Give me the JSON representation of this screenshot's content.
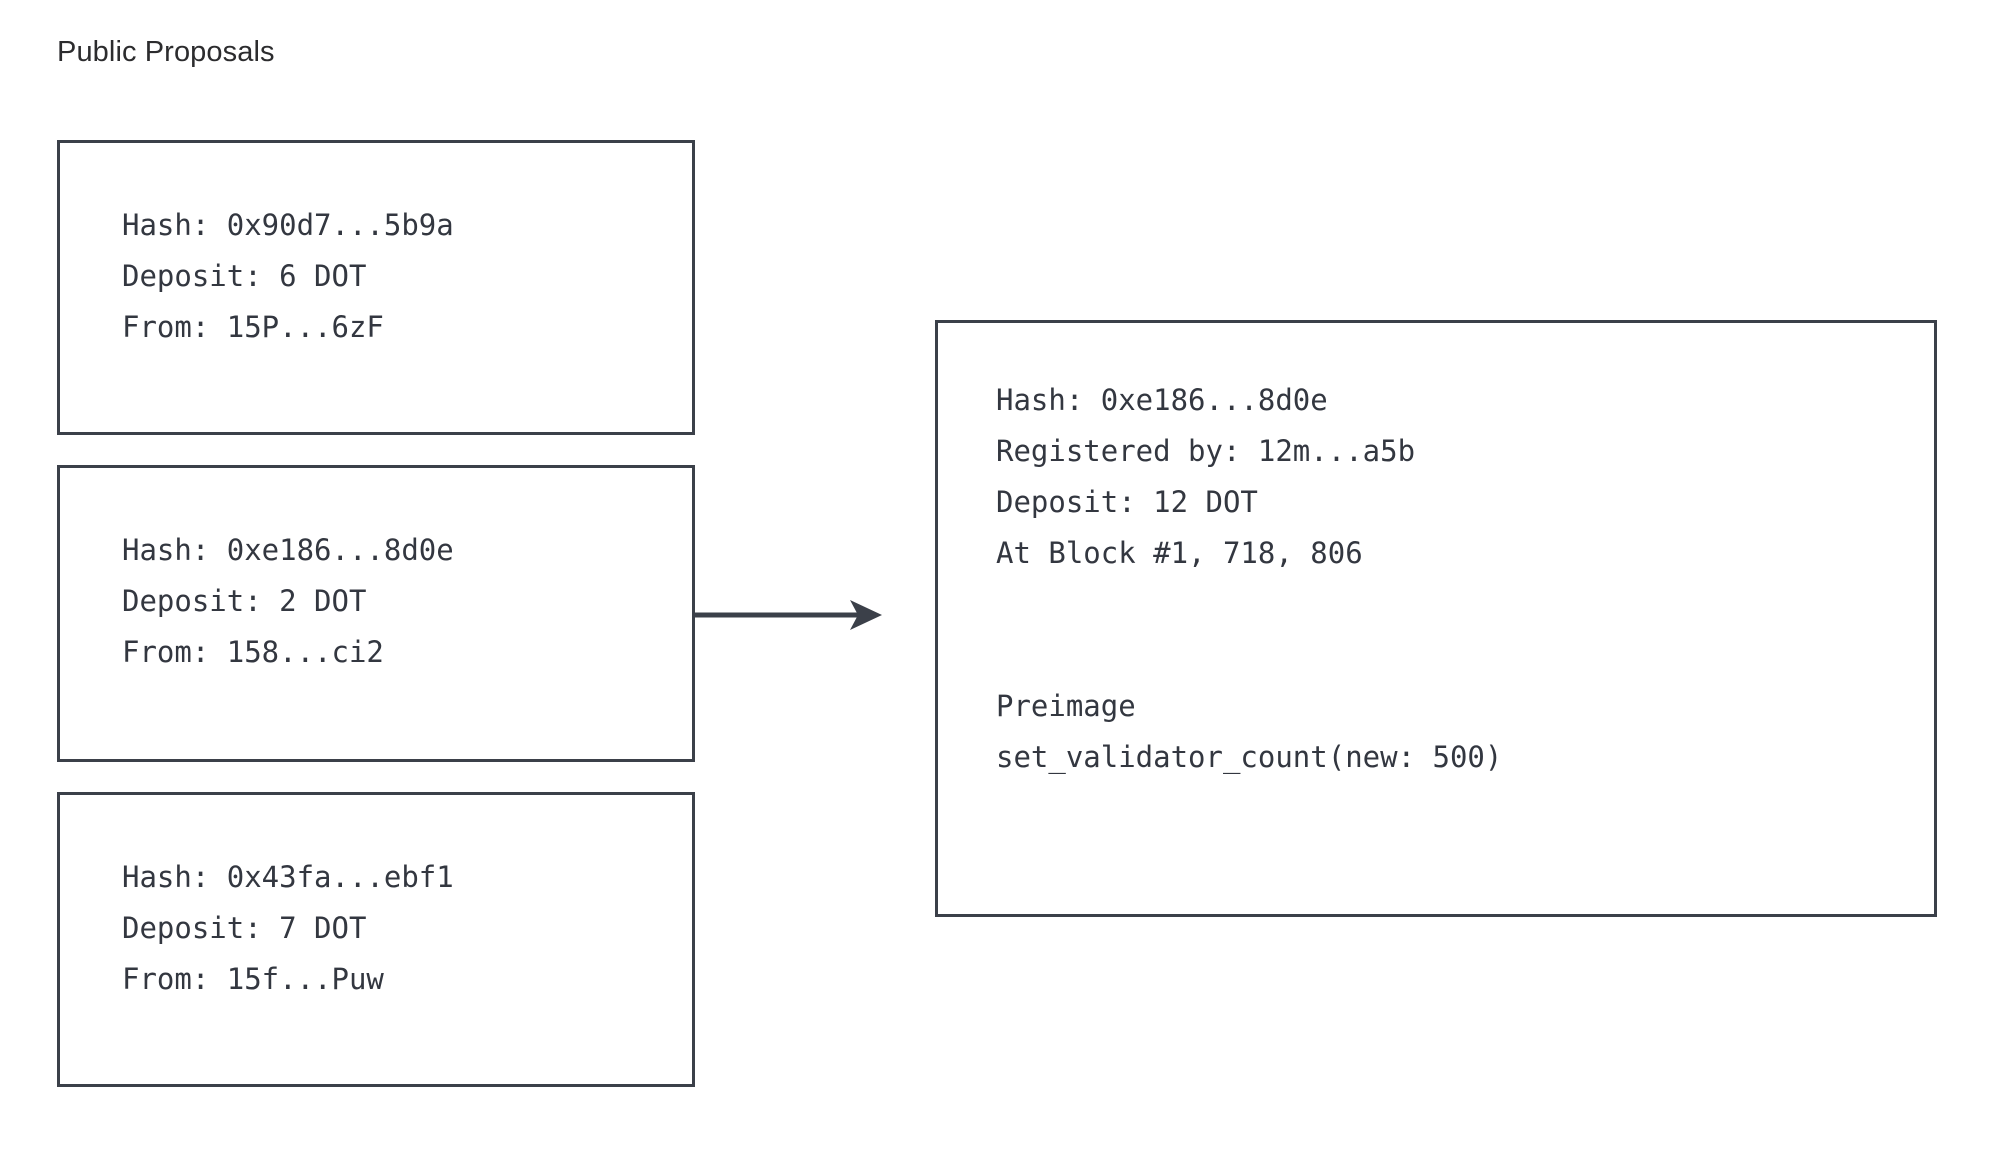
{
  "page": {
    "title": "Public Proposals",
    "background_color": "#ffffff",
    "border_color": "#3b4049",
    "text_color": "#333740",
    "title_color": "#2c2c2e"
  },
  "public_proposals": [
    {
      "hash_line": "Hash: 0x90d7...5b9a",
      "deposit_line": "Deposit: 6 DOT",
      "from_line": "From: 15P...6zF",
      "hash": "0x90d7...5b9a",
      "deposit": "6 DOT",
      "from": "15P...6zF"
    },
    {
      "hash_line": "Hash: 0xe186...8d0e",
      "deposit_line": "Deposit: 2 DOT",
      "from_line": "From: 158...ci2",
      "hash": "0xe186...8d0e",
      "deposit": "2 DOT",
      "from": "158...ci2"
    },
    {
      "hash_line": "Hash: 0x43fa...ebf1",
      "deposit_line": "Deposit: 7 DOT",
      "from_line": "From: 15f...Puw",
      "hash": "0x43fa...ebf1",
      "deposit": "7 DOT",
      "from": "15f...Puw"
    }
  ],
  "preimage_panel": {
    "hash_line": "Hash: 0xe186...8d0e",
    "registered_by_line": "Registered by: 12m...a5b",
    "deposit_line": "Deposit: 12 DOT",
    "at_block_line": "At Block #1, 718, 806",
    "preimage_label": "Preimage",
    "preimage_call": "set_validator_count(new: 500)",
    "hash": "0xe186...8d0e",
    "registered_by": "12m...a5b",
    "deposit": "12 DOT",
    "block": "#1, 718, 806"
  },
  "connector": {
    "icon": "arrow-right-icon",
    "from": "proposal-box-1",
    "to": "preimage-panel"
  }
}
